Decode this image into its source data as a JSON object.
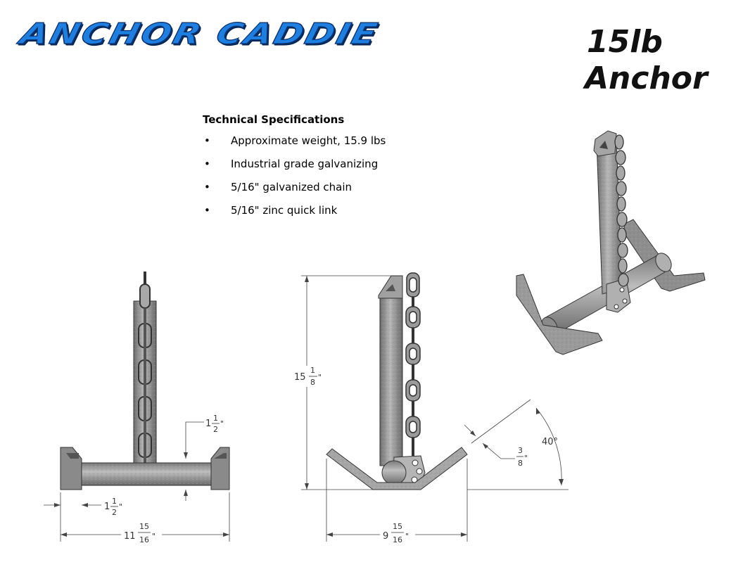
{
  "brand": {
    "logo_text": "ANCHOR CADDIE",
    "logo_color": "#1e7fe0"
  },
  "title": {
    "line1": "15lb",
    "line2": "Anchor"
  },
  "specs": {
    "heading": "Technical Specifications",
    "bullet": "•",
    "items": [
      "Approximate weight, 15.9 lbs",
      "Industrial grade galvanizing",
      "5/16\" galvanized chain",
      "5/16\" zinc quick link"
    ]
  },
  "dimensions": {
    "flange_height": {
      "whole": "1",
      "num": "1",
      "den": "2",
      "unit": "\""
    },
    "flange_width": {
      "whole": "1",
      "num": "1",
      "den": "2",
      "unit": "\""
    },
    "total_width_front": {
      "whole": "11",
      "num": "15",
      "den": "16",
      "unit": "\""
    },
    "total_height": {
      "whole": "15",
      "num": "1",
      "den": "8",
      "unit": "\""
    },
    "fluke_thickness": {
      "whole": "",
      "num": "3",
      "den": "8",
      "unit": "\""
    },
    "fluke_angle": "40°",
    "total_width_side": {
      "whole": "9",
      "num": "15",
      "den": "16",
      "unit": "\""
    }
  },
  "colors": {
    "metal": "#9a9a9a",
    "metal_dark": "#555555",
    "line": "#444444"
  }
}
